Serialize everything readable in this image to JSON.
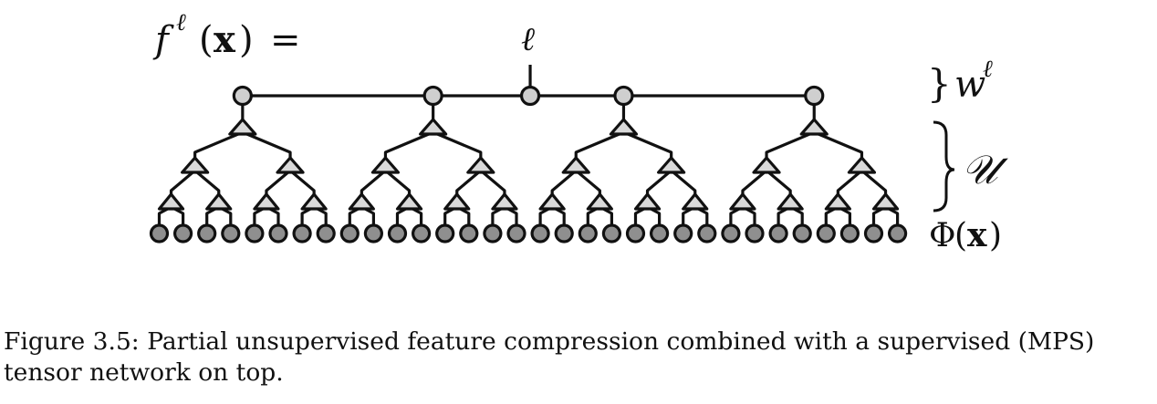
{
  "diagram": {
    "lhs": {
      "func": "f",
      "sup": "ℓ",
      "arg": "x",
      "eq": "="
    },
    "label_index": "ℓ",
    "label_top_layer": {
      "sym": "w",
      "sup": "ℓ"
    },
    "label_tree_layers": "𝒰",
    "label_inputs": {
      "phi": "Φ",
      "arg": "x"
    }
  },
  "caption": {
    "label": "Figure 3.5:",
    "text": "Partial unsupervised feature compression combined with a supervised (MPS) tensor network on top."
  }
}
